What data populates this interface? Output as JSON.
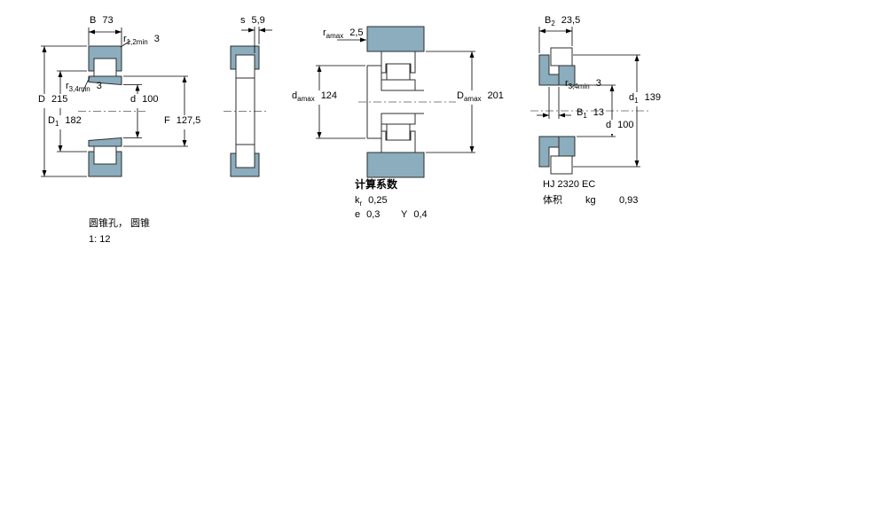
{
  "colors": {
    "section_fill": "#8badbd",
    "line": "#000000"
  },
  "diagram1": {
    "dims": {
      "B": {
        "base": "B",
        "value": "73"
      },
      "r12": {
        "base": "r",
        "sub": "1,2min",
        "value": "3"
      },
      "r34": {
        "base": "r",
        "sub": "3,4min",
        "value": "3"
      },
      "d": {
        "base": "d",
        "value": "100"
      },
      "D": {
        "base": "D",
        "value": "215"
      },
      "D1": {
        "base": "D",
        "sub": "1",
        "value": "182"
      },
      "F": {
        "base": "F",
        "value": "127,5"
      }
    },
    "notes": {
      "line1": "圆锥孔， 圆锥",
      "line2": "1: 12"
    }
  },
  "diagram2": {
    "dims": {
      "s": {
        "base": "s",
        "value": "5,9"
      }
    }
  },
  "diagram3": {
    "dims": {
      "ramax": {
        "base": "r",
        "sub": "amax",
        "value": "2,5"
      },
      "damax": {
        "base": "d",
        "sub": "amax",
        "value": "124"
      },
      "Damax": {
        "base": "D",
        "sub": "amax",
        "value": "201"
      }
    },
    "factors": {
      "title": "计算系数",
      "kr": {
        "base": "k",
        "sub": "r",
        "value": "0,25"
      },
      "e": {
        "base": "e",
        "value": "0,3"
      },
      "Y": {
        "base": "Y",
        "value": "0,4"
      }
    }
  },
  "diagram4": {
    "designation": "HJ 2320 EC",
    "dims": {
      "B2": {
        "base": "B",
        "sub": "2",
        "value": "23,5"
      },
      "r34": {
        "base": "r",
        "sub": "3,4min",
        "value": "3"
      },
      "B1": {
        "base": "B",
        "sub": "1",
        "value": "13"
      },
      "d": {
        "base": "d",
        "value": "100"
      },
      "d1": {
        "base": "d",
        "sub": "1",
        "value": "139"
      }
    },
    "mass": {
      "label": "体积",
      "unit": "kg",
      "value": "0,93"
    }
  }
}
